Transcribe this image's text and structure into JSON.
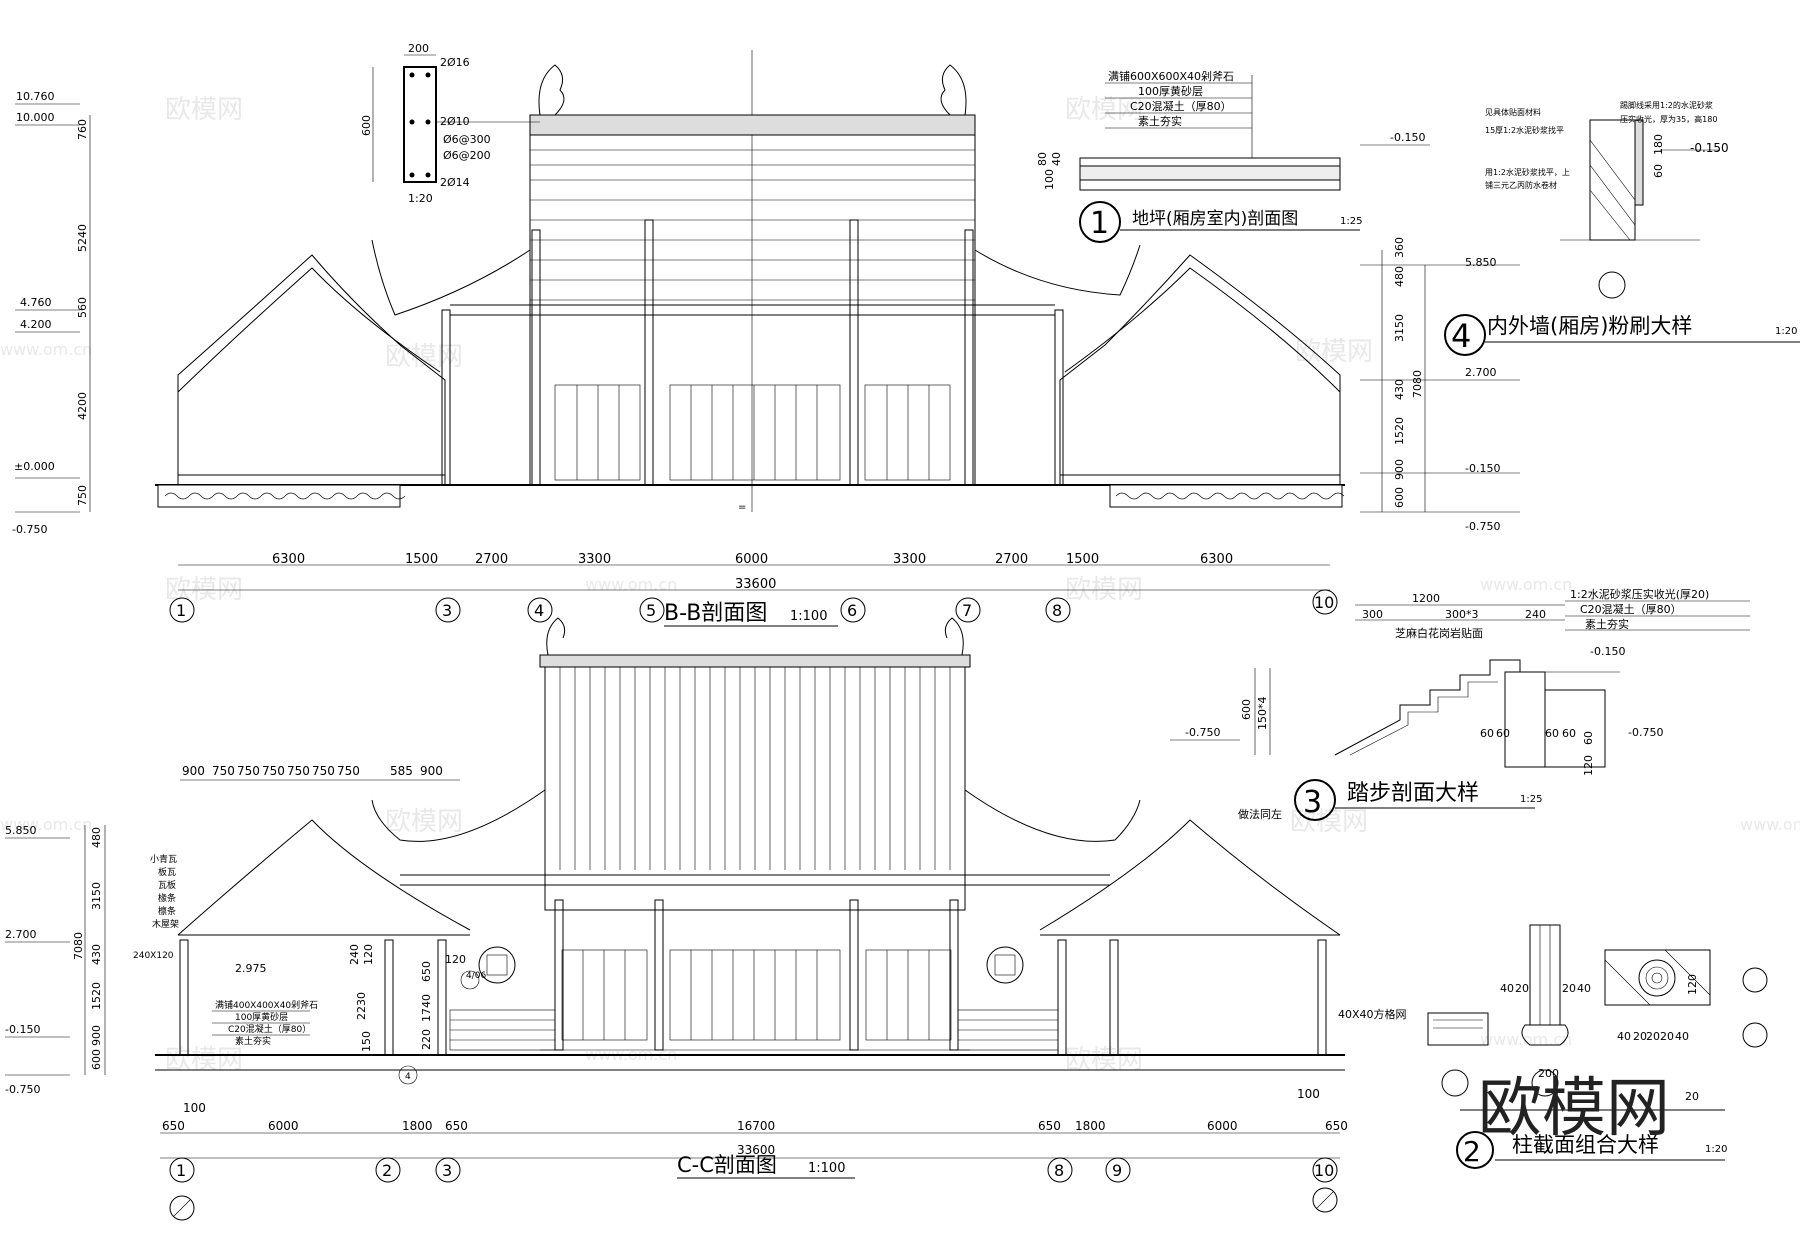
{
  "watermark": {
    "text": "欧模网",
    "site": "www.om.cn",
    "big": "欧模网"
  },
  "sectionBB": {
    "title": "B-B剖面图",
    "scale": "1:100",
    "total": "33600",
    "spans": [
      "6300",
      "1500",
      "2700",
      "3300",
      "6000",
      "3300",
      "2700",
      "1500",
      "6300"
    ],
    "axes": [
      "1",
      "3",
      "4",
      "5",
      "6",
      "7",
      "8",
      "10"
    ],
    "levels_left": [
      "10.760",
      "10.000",
      "4.760",
      "4.200",
      "±0.000",
      "-0.750"
    ],
    "vdims_left": [
      "760",
      "5240",
      "560",
      "4200",
      "750"
    ],
    "levels_right": [
      "5.850",
      "2.700",
      "-0.150",
      "-0.750"
    ],
    "vdims_right": [
      "360",
      "480",
      "3150",
      "430",
      "1520",
      "900",
      "600"
    ],
    "vdim_total": "7080"
  },
  "sectionCC": {
    "title": "C-C剖面图",
    "scale": "1:100",
    "total": "33600",
    "spans": [
      "650",
      "6000",
      "1800",
      "650",
      "16700",
      "650",
      "1800",
      "6000",
      "650"
    ],
    "small100": "100",
    "axes": [
      "1",
      "2",
      "3",
      "8",
      "9",
      "10"
    ],
    "top_dims": [
      "900",
      "750",
      "750",
      "750",
      "750",
      "750",
      "750",
      "585",
      "900"
    ],
    "levels_left": [
      "5.850",
      "2.700",
      "-0.150",
      "-0.750"
    ],
    "vdims_left": [
      "480",
      "3150",
      "430",
      "1520",
      "900",
      "600"
    ],
    "vdim_total": "7080",
    "roof_layers": [
      "小青瓦",
      "板瓦",
      "瓦板",
      "椽条",
      "檩条",
      "木屋架"
    ],
    "beam": "240X120",
    "elev_297": "2.975",
    "inner_dims": [
      "240",
      "120",
      "2230",
      "150",
      "120",
      "650",
      "1740",
      "220"
    ],
    "floor_note": [
      "满铺400X400X40剁斧石",
      "100厚黄砂层",
      "C20混凝土（厚80）",
      "素土夯实"
    ],
    "note_right": "做法同左",
    "detail_tag": "4/06",
    "detail_tag2": "4"
  },
  "column": {
    "width": "200",
    "height": "600",
    "rebar": [
      "2Ø16",
      "2Ø10",
      "Ø6@300",
      "Ø6@200",
      "2Ø14"
    ],
    "scale": "1:20"
  },
  "detail1": {
    "num": "1",
    "title": "地坪(厢房室内)剖面图",
    "scale": "1:25",
    "layers": [
      "满铺600X600X40剁斧石",
      "100厚黄砂层",
      "C20混凝土（厚80）",
      "素土夯实"
    ],
    "level": "-0.150",
    "dims": [
      "80",
      "40",
      "100"
    ]
  },
  "detail4": {
    "num": "4",
    "title": "内外墙(厢房)粉刷大样",
    "scale": "1:20",
    "notes": [
      "见具体贴面材料",
      "15厚1:2水泥砂浆找平",
      "踢脚线采用1:2的水泥砂浆",
      "压实收光，厚为35，高180",
      "用1:2水泥砂浆找平，上",
      "铺三元乙丙防水卷材"
    ],
    "level": "-0.150",
    "dims": [
      "60",
      "180"
    ]
  },
  "detail3": {
    "num": "3",
    "title": "踏步剖面大样",
    "scale": "1:25",
    "top_dims": [
      "1200",
      "300",
      "300*3",
      "240"
    ],
    "layers": [
      "1:2水泥砂浆压实收光(厚20)",
      "C20混凝土（厚80）",
      "素土夯实"
    ],
    "stone": "芝麻白花岗岩贴面",
    "levels": [
      "-0.150",
      "-0.750",
      "-0.750"
    ],
    "vdims": [
      "600",
      "150*4"
    ],
    "small": [
      "60",
      "60",
      "60",
      "60",
      "120",
      "60"
    ]
  },
  "detail2": {
    "num": "2",
    "title": "柱截面组合大样",
    "scale": "1:20",
    "mesh": "40X40方格网",
    "dims": [
      "40",
      "20",
      "20",
      "40",
      "120",
      "200",
      "40",
      "20",
      "20",
      "20",
      "40",
      "20"
    ]
  }
}
